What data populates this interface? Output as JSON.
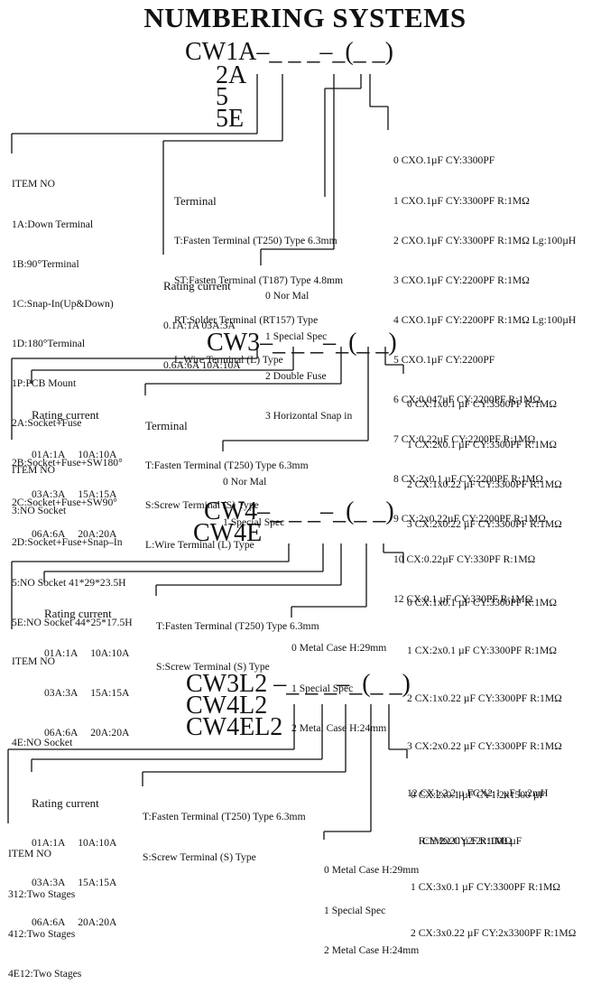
{
  "title": "NUMBERING SYSTEMS",
  "s1": {
    "code": [
      "CW1A–_ _ _–_(_ _)",
      "2A",
      "5",
      "5E"
    ],
    "item": [
      "ITEM NO",
      "1A:Down Terminal",
      "1B:90°Terminal",
      "1C:Snap-In(Up&Down)",
      "1D:180°Terminal",
      "1P:PCB Mount",
      "2A:Socket+Fuse",
      "2B:Socket+Fuse+SW180°",
      "2C:Socket+Fuse+SW90°",
      "2D:Socket+Fuse+Snap–In",
      "5:NO Socket 41*29*23.5H",
      "5E:NO Socket 44*25*17.5H"
    ],
    "terminal": [
      "Terminal",
      "T:Fasten Terminal (T250) Type 6.3mm",
      "ST:Fasten Terminal (T187) Type 4.8mm",
      "RT:Solder Terminal (RT157) Type",
      "L:Wire Terminal (L) Type"
    ],
    "rating": [
      "Rating current",
      "0.1A:1A 03A:3A",
      "0.6A:6A 10A:10A"
    ],
    "spec": [
      "0 Nor Mal",
      "1 Special Spec",
      "2 Double Fuse",
      "3 Horizontal Snap in"
    ],
    "caps": [
      "0 CXO.1µF CY:3300PF",
      "1 CXO.1µF CY:3300PF R:1MΩ",
      "2 CXO.1µF CY:3300PF R:1MΩ Lg:100µH",
      "3 CXO.1µF CY:2200PF R:1MΩ",
      "4 CXO.1µF CY:2200PF R:1MΩ Lg:100µH",
      "5 CXO.1µF CY:2200PF",
      "6 CX:0.047µF CY:2200PF R:1MΩ",
      "7 CX:0.22µF CY:2200PF R:1MΩ",
      "8 CX:2x0.1 µF CY:2200PF R:1MΩ",
      "9 CX:2x0.22µF CY:2200PF R:1MΩ",
      "10 CX:0.22µF CY:330PF R:1MΩ",
      "12 CX:0.1 µF CY:330PF R:1MΩ"
    ]
  },
  "s2": {
    "code": [
      "CW3–_ _ _–_(_ _)"
    ],
    "rating": [
      "Rating current",
      "01A:1A     10A:10A",
      "03A:3A     15A:15A",
      "06A:6A     20A:20A"
    ],
    "terminal": [
      "Terminal",
      "T:Fasten Terminal (T250) Type 6.3mm",
      "S:Screw Terminal (S) Type",
      "L:Wire Terminal (L) Type"
    ],
    "item": [
      "ITEM NO",
      "3:NO Socket"
    ],
    "spec": [
      "0 Nor Mal",
      "1 Special Spec"
    ],
    "caps": [
      "0 CX:1x0.1 µF CY:3300PF R:1MΩ",
      "1 CX:2x0.1 µF CY:3300PF R:1MΩ",
      "2 CX:1x0.22 µF CY:3300PF R:1MΩ",
      "3 CX:2x0.22 µF CY:3300PF R:1MΩ"
    ]
  },
  "s3": {
    "code": [
      "CW4–_ _ _–_(_ _)",
      "CW4E"
    ],
    "rating": [
      "Rating current",
      "01A:1A     10A:10A",
      "03A:3A     15A:15A",
      "06A:6A     20A:20A"
    ],
    "terminal": [
      "T:Fasten Terminal (T250) Type 6.3mm",
      "S:Screw Terminal (S) Type"
    ],
    "item": [
      "ITEM NO",
      "",
      "4E:NO Socket"
    ],
    "spec": [
      "0 Metal Case H:29mm",
      "1 Special Spec",
      "2 Metal Case H:24mm"
    ],
    "caps": [
      "0 CX:1x0.1 µF CY:3300PF R:1MΩ",
      "1 CX:2x0.1 µF CY:3300PF R:1MΩ",
      "2 CX:1x0.22 µF CY:3300PF R:1MΩ",
      "3 CX:2x0.22 µF CY:3300PF R:1MΩ",
      "12 CX1:2.2 µ FCX2:1 µF L:2mH",
      "      CY:2x20 µ F R:1MΩ"
    ]
  },
  "s4": {
    "code": [
      "CW3L2 –_ _ _–_(_ _)",
      "CW4L2",
      "CW4EL2"
    ],
    "rating": [
      "Rating current",
      "01A:1A     10A:10A",
      "03A:3A     15A:15A",
      "06A:6A     20A:20A"
    ],
    "terminal": [
      "T:Fasten Terminal (T250) Type 6.3mm",
      "S:Screw Terminal (S) Type"
    ],
    "item": [
      "ITEM NO",
      "312:Two Stages",
      "412:Two Stages",
      "4E12:Two Stages"
    ],
    "spec": [
      "0 Metal Case H:29mm",
      "1 Special Spec",
      "2 Metal Case H:24mm"
    ],
    "caps": [
      "0 CX:2x0.1 µF CY1:2x1500 µF",
      "   R:1MΩ CY2:2x1000 µF",
      "1 CX:3x0.1 µF CY:3300PF R:1MΩ",
      "2 CX:3x0.22 µF CY:2x3300PF R:1MΩ"
    ]
  }
}
